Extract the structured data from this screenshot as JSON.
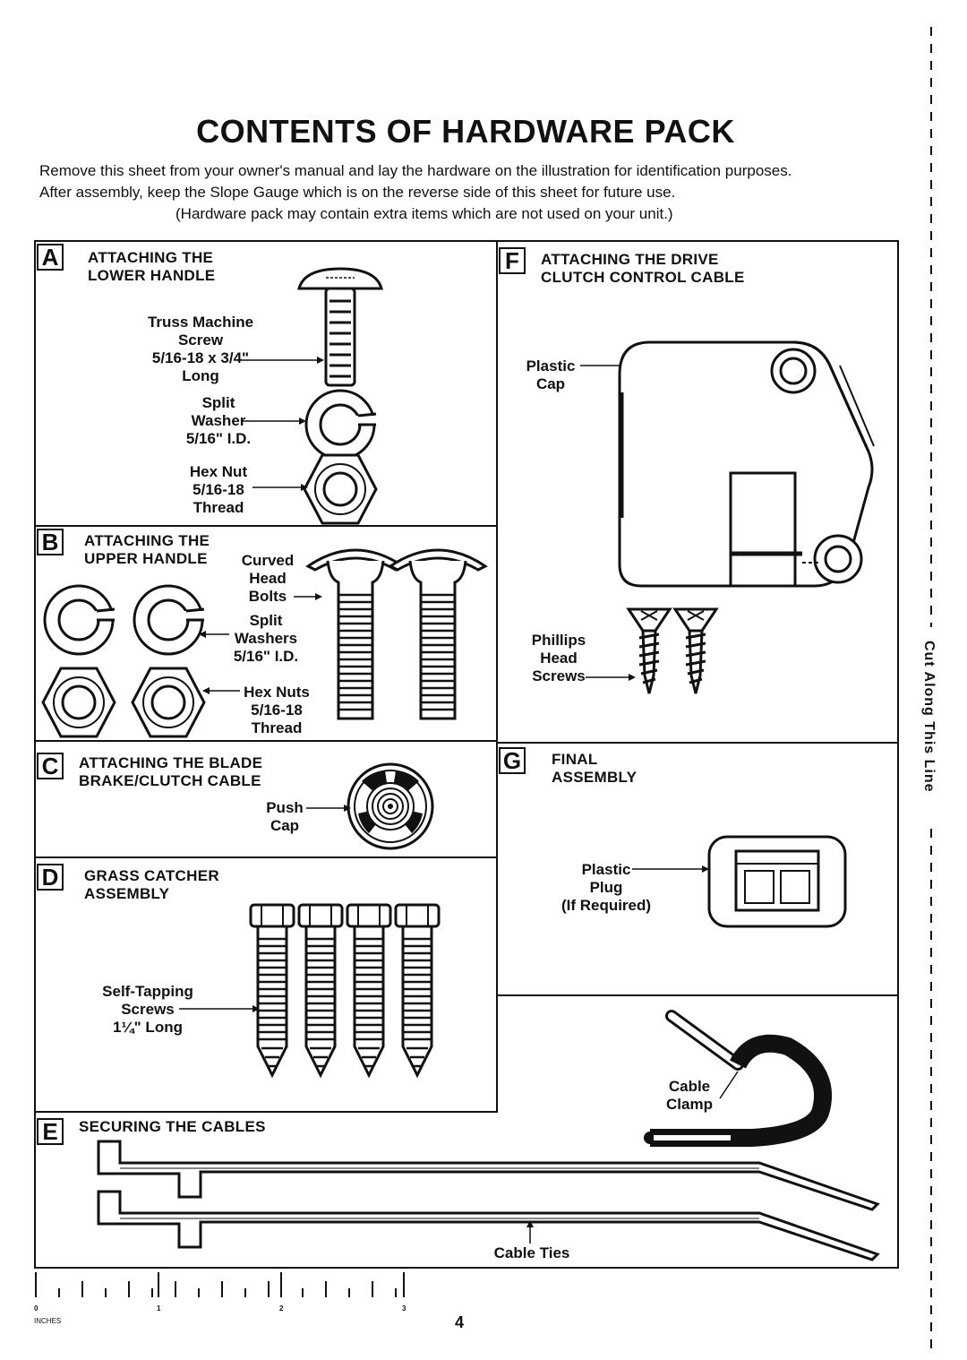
{
  "title": "CONTENTS OF HARDWARE PACK",
  "intro": [
    "Remove this sheet from your owner's manual and lay the hardware on the illustration for identification purposes.",
    "After assembly, keep the Slope Gauge which is on the reverse side of this sheet for future use.",
    "(Hardware pack may contain extra items which are not used on your unit.)"
  ],
  "sections": {
    "A": {
      "letter": "A",
      "title": [
        "ATTACHING THE",
        "LOWER HANDLE"
      ],
      "labels": {
        "screw": [
          "Truss Machine",
          "Screw",
          "5/16-18 x 3/4\"",
          "Long"
        ],
        "washer": [
          "Split",
          "Washer",
          "5/16\" I.D."
        ],
        "nut": [
          "Hex Nut",
          "5/16-18",
          "Thread"
        ]
      }
    },
    "B": {
      "letter": "B",
      "title": [
        "ATTACHING THE",
        "UPPER HANDLE"
      ],
      "labels": {
        "bolts": [
          "Curved",
          "Head",
          "Bolts"
        ],
        "washers": [
          "Split",
          "Washers",
          "5/16\" I.D."
        ],
        "nuts": [
          "Hex Nuts",
          "5/16-18",
          "Thread"
        ]
      }
    },
    "C": {
      "letter": "C",
      "title": [
        "ATTACHING THE BLADE",
        "BRAKE/CLUTCH CABLE"
      ],
      "labels": {
        "cap": [
          "Push",
          "Cap"
        ]
      }
    },
    "D": {
      "letter": "D",
      "title": [
        "GRASS CATCHER",
        "ASSEMBLY"
      ],
      "labels": {
        "screws": [
          "Self-Tapping",
          "Screws",
          "1¼\" Long"
        ]
      }
    },
    "E": {
      "letter": "E",
      "title": [
        "SECURING THE CABLES"
      ],
      "labels": {
        "ties": [
          "Cable Ties"
        ]
      }
    },
    "F": {
      "letter": "F",
      "title": [
        "ATTACHING THE DRIVE",
        "CLUTCH CONTROL CABLE"
      ],
      "labels": {
        "cap": [
          "Plastic",
          "Cap"
        ],
        "screws": [
          "Phillips",
          "Head",
          "Screws"
        ]
      }
    },
    "G": {
      "letter": "G",
      "title": [
        "FINAL",
        "ASSEMBLY"
      ],
      "labels": {
        "plug": [
          "Plastic",
          "Plug",
          "(If Required)"
        ],
        "clamp": [
          "Cable",
          "Clamp"
        ]
      }
    }
  },
  "cut_line": "Cut Along This Line",
  "ruler": {
    "unit": "INCHES",
    "numbers": [
      "0",
      "1",
      "2",
      "3"
    ]
  },
  "page_number": "4"
}
